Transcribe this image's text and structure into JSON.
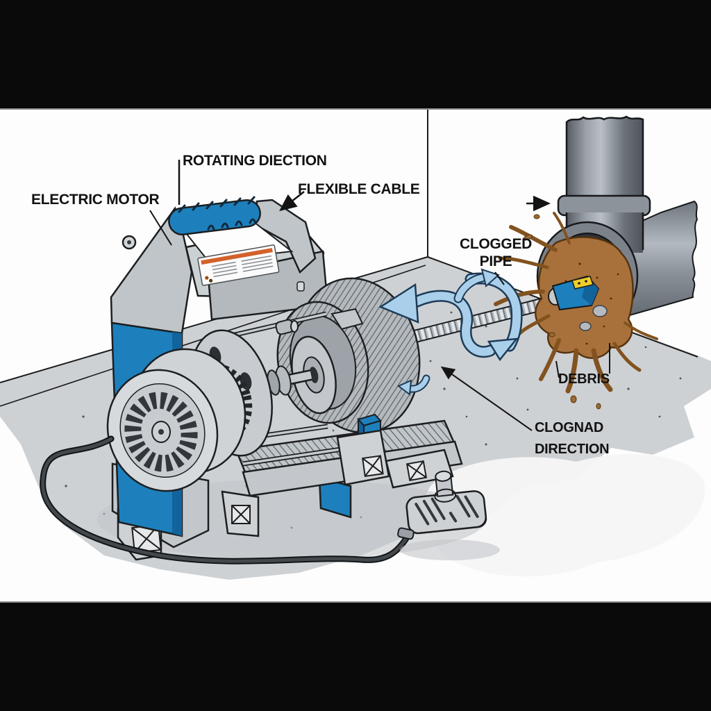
{
  "labels": {
    "rotating_direction": "ROTATING DIECTION",
    "electric_motor": "ELECTRIC MOTOR",
    "flexible_cable": "FLEXIBLE CABLE",
    "clogged_pipe": {
      "line1": "CLOGGED",
      "line2": "PIPE"
    },
    "debris": "DEBRIS",
    "clog_direction": {
      "line1": "CLOGNAD",
      "line2": "DIRECTION"
    }
  },
  "colors": {
    "frame_black": "#0a0a0a",
    "machine_blue": "#1d80bd",
    "machine_blue_dark": "#11639c",
    "cutter_yellow": "#f0cf2a",
    "arrow_blue": "#a9cfeb",
    "arrow_blue_outline": "#1d3b57",
    "roots_brown": "#a8713c",
    "roots_dark": "#55340f",
    "pipe_dark": "#70767e",
    "pipe_light": "#9ba1a9",
    "floor_gray": "#ced1d4",
    "label_orange": "#d2622a",
    "ink": "#141414"
  }
}
